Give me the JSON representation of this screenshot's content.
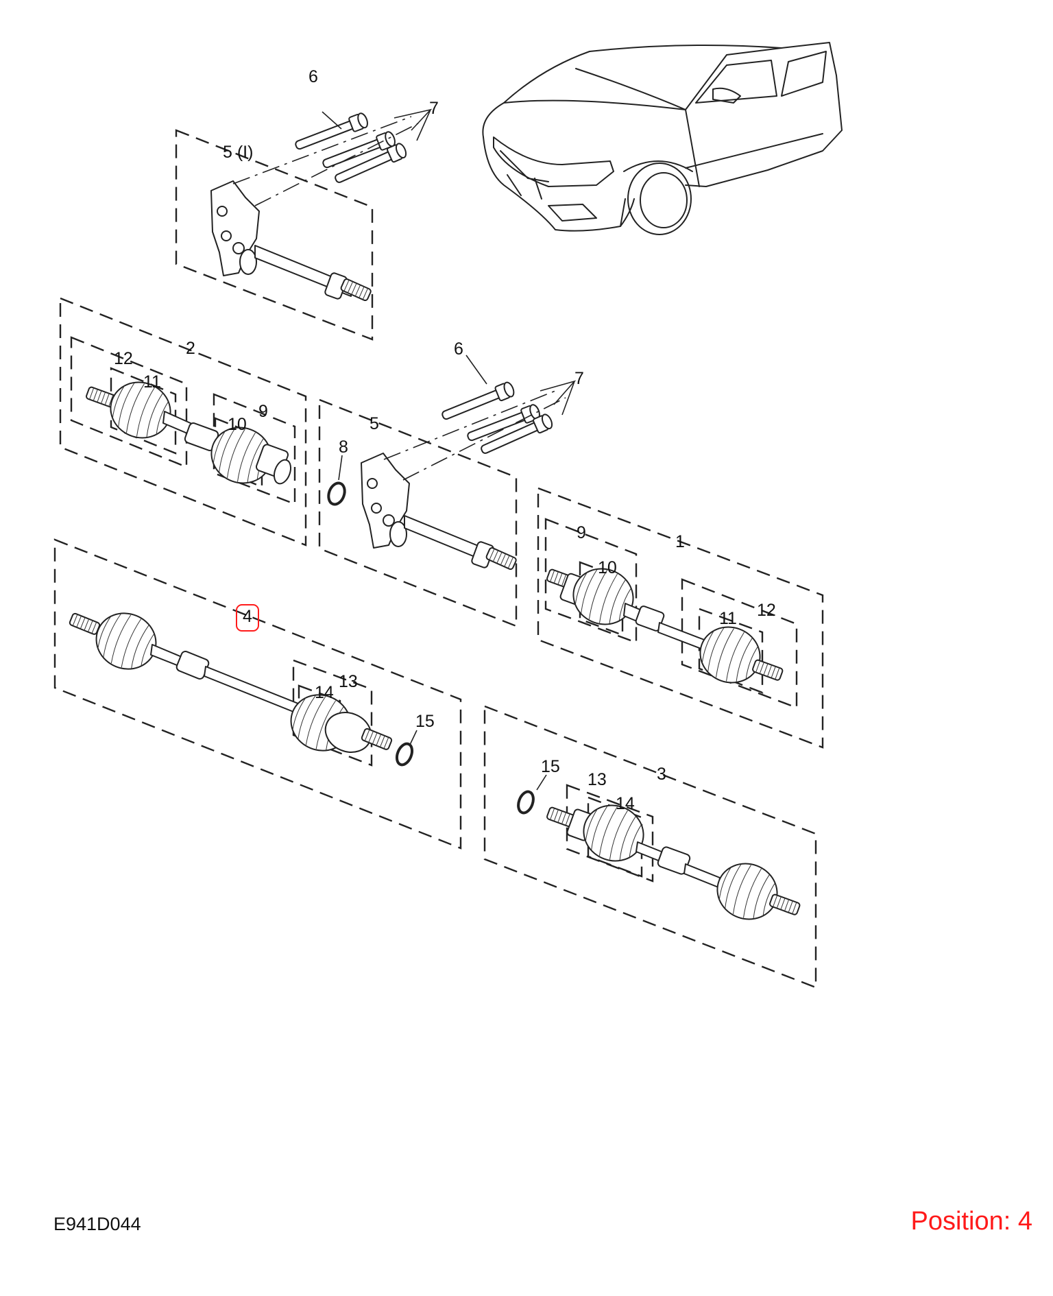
{
  "diagram": {
    "code": "E941D044",
    "position_text": "Position: 4",
    "highlight_color": "#ff1a1a",
    "callouts": [
      {
        "id": "c6a",
        "text": "6"
      },
      {
        "id": "c7a",
        "text": "7"
      },
      {
        "id": "c5l",
        "text": "5 (I)"
      },
      {
        "id": "c2",
        "text": "2"
      },
      {
        "id": "c12a",
        "text": "12"
      },
      {
        "id": "c11a",
        "text": "11"
      },
      {
        "id": "c9a",
        "text": "9"
      },
      {
        "id": "c10a",
        "text": "10"
      },
      {
        "id": "c6b",
        "text": "6"
      },
      {
        "id": "c7b",
        "text": "7"
      },
      {
        "id": "c5",
        "text": "5"
      },
      {
        "id": "c8",
        "text": "8"
      },
      {
        "id": "c1",
        "text": "1"
      },
      {
        "id": "c9b",
        "text": "9"
      },
      {
        "id": "c10b",
        "text": "10"
      },
      {
        "id": "c11b",
        "text": "11"
      },
      {
        "id": "c12b",
        "text": "12"
      },
      {
        "id": "c4",
        "text": "4"
      },
      {
        "id": "c13a",
        "text": "13"
      },
      {
        "id": "c14a",
        "text": "14"
      },
      {
        "id": "c15a",
        "text": "15"
      },
      {
        "id": "c15b",
        "text": "15"
      },
      {
        "id": "c13b",
        "text": "13"
      },
      {
        "id": "c3",
        "text": "3"
      },
      {
        "id": "c14b",
        "text": "14"
      }
    ]
  }
}
